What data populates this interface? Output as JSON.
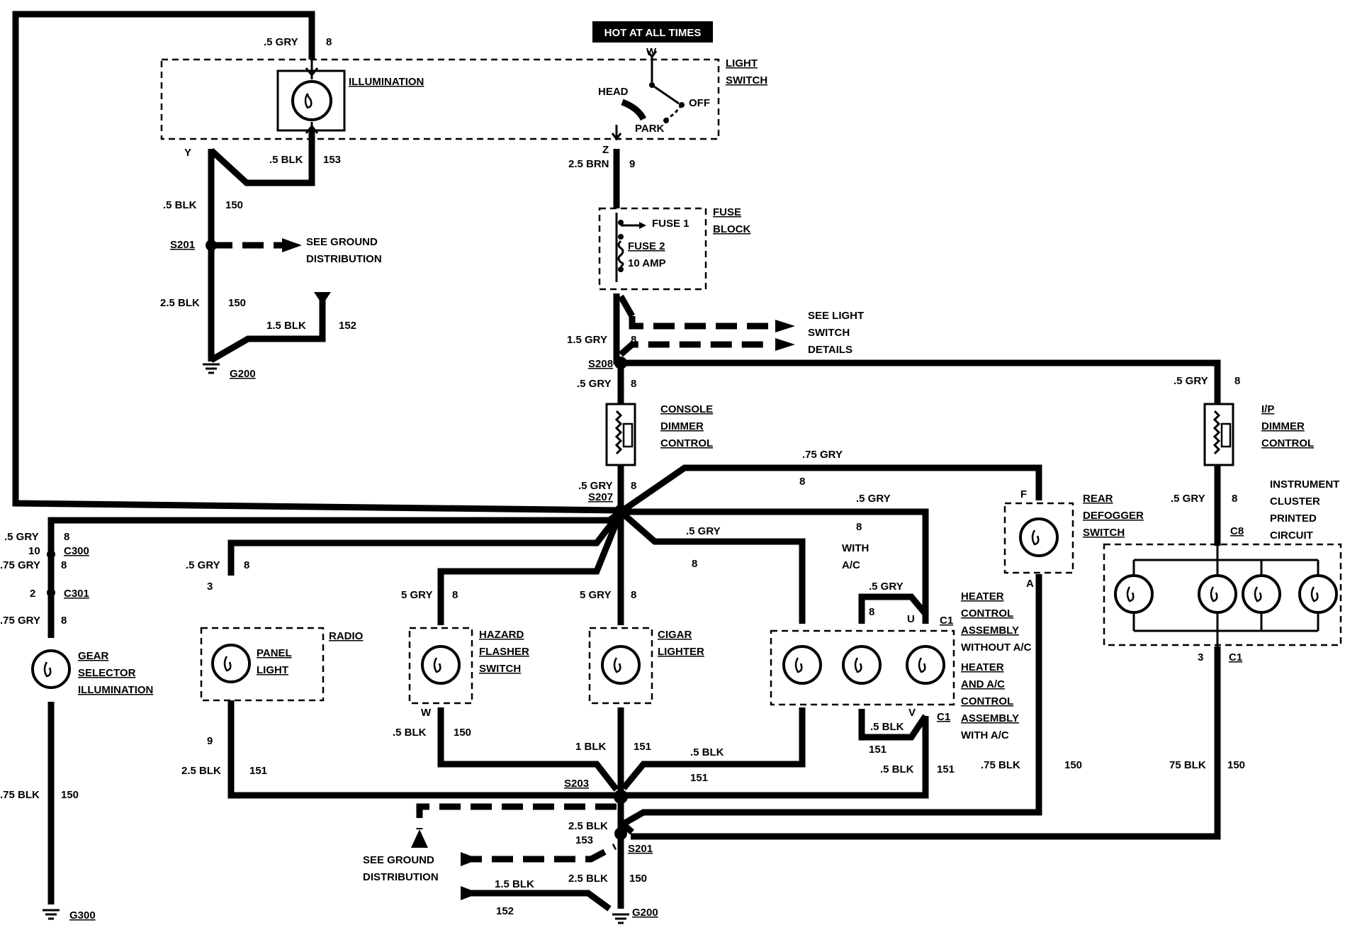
{
  "diagram": {
    "banner": "HOT AT ALL TIMES",
    "components": {
      "light_switch": [
        "LIGHT",
        "SWITCH"
      ],
      "illumination": "ILLUMINATION",
      "switch_positions": {
        "w": "W",
        "head": "HEAD",
        "off": "OFF",
        "park": "PARK"
      },
      "fuse_block": [
        "FUSE",
        "BLOCK"
      ],
      "fuse1": "FUSE 1",
      "fuse2": "FUSE 2",
      "fuse2_rating": "10 AMP",
      "console_dimmer": [
        "CONSOLE",
        "DIMMER",
        "CONTROL"
      ],
      "ip_dimmer": [
        "I/P",
        "DIMMER",
        "CONTROL"
      ],
      "instrument_cluster": [
        "INSTRUMENT",
        "CLUSTER",
        "PRINTED",
        "CIRCUIT"
      ],
      "rear_defogger": [
        "REAR",
        "DEFOGGER",
        "SWITCH"
      ],
      "radio": "RADIO",
      "panel_light": [
        "PANEL",
        "LIGHT"
      ],
      "hazard": [
        "HAZARD",
        "FLASHER",
        "SWITCH"
      ],
      "cigar": [
        "CIGAR",
        "LIGHTER"
      ],
      "heater_without": [
        "HEATER",
        "CONTROL",
        "ASSEMBLY",
        "WITHOUT A/C"
      ],
      "heater_with": [
        "HEATER",
        "AND A/C",
        "CONTROL",
        "ASSEMBLY",
        "WITH A/C"
      ],
      "with_ac": [
        "WITH",
        "A/C"
      ],
      "gear_selector": [
        "GEAR",
        "SELECTOR",
        "ILLUMINATION"
      ],
      "see_ground_1": [
        "SEE GROUND",
        "DISTRIBUTION"
      ],
      "see_ground_2": [
        "SEE GROUND",
        "DISTRIBUTION"
      ],
      "see_light_switch": [
        "SEE LIGHT",
        "SWITCH",
        "DETAILS"
      ]
    },
    "splices": {
      "s201_top": "S201",
      "s208": "S208",
      "s207": "S207",
      "s203": "S203",
      "s201_bottom": "S201"
    },
    "grounds": {
      "g200_top": "G200",
      "g300": "G300",
      "g200_bottom": "G200"
    },
    "connectors": {
      "c300": "C300",
      "c301": "C301",
      "c8": "C8",
      "c1_a": "C1",
      "c1_b": "C1",
      "c1_c": "C1"
    },
    "pins": {
      "y": "Y",
      "z": "Z",
      "f": "F",
      "a": "A",
      "u": "U",
      "v": "V",
      "w": "W",
      "p3_radio": "3",
      "p9_radio": "9",
      "p10": "10",
      "p2": "2",
      "p3_cluster": "3"
    },
    "wires": {
      "top_gry": ".5 GRY",
      "top_gry_n": "8",
      "illum_blk": ".5 BLK",
      "illum_blk_n": "153",
      "brn": "2.5 BRN",
      "brn_n": "9",
      "blk150_a": ".5 BLK",
      "blk150_a_n": "150",
      "blk150_b": "2.5 BLK",
      "blk150_b_n": "150",
      "blk152": "1.5 BLK",
      "blk152_n": "152",
      "gry15": "1.5 GRY",
      "gry15_n": "8",
      "gry_s208_down": ".5 GRY",
      "gry_s208_down_n": "8",
      "gry_ip": ".5 GRY",
      "gry_ip_n": "8",
      "gry_s207": ".5 GRY",
      "gry_s207_n": "8",
      "gry_075": ".75 GRY",
      "gry_075_n": "8",
      "gry_ac": ".5 GRY",
      "gry_ac_n": "8",
      "gry_heater": ".5 GRY",
      "gry_heater_n": "8",
      "gry_u": ".5 GRY",
      "gry_u_n": "8",
      "gry_cluster": ".5 GRY",
      "gry_cluster_n": "8",
      "gry_radio": ".5 GRY",
      "gry_radio_n": "8",
      "gry_hazard": "5 GRY",
      "gry_hazard_n": "8",
      "gry_cigar": "5 GRY",
      "gry_cigar_n": "8",
      "gry_gear_a": ".5 GRY",
      "gry_gear_a_n": "8",
      "gry_gear_b": ".75 GRY",
      "gry_gear_b_n": "8",
      "gry_gear_c": ".75 GRY",
      "gry_gear_c_n": "8",
      "blk_gear": ".75 BLK",
      "blk_gear_n": "150",
      "blk_radio": "2.5 BLK",
      "blk_radio_n": "151",
      "blk_hazard": ".5 BLK",
      "blk_hazard_n": "150",
      "blk_cigar": "1 BLK",
      "blk_cigar_n": "151",
      "blk_heater": ".5 BLK",
      "blk_heater_n": "151",
      "blk_loop": ".5 BLK",
      "blk_loop_n": "151",
      "blk_heater_v": ".5 BLK",
      "blk_heater_v_n": "151",
      "blk_defog": ".75 BLK",
      "blk_defog_n": "150",
      "blk_cluster": "75 BLK",
      "blk_cluster_n": "150",
      "blk_s201": "2.5 BLK",
      "blk_s201_n": "153",
      "blk_g200": "2.5 BLK",
      "blk_g200_n": "150",
      "blk_152b": "1.5 BLK",
      "blk_152b_n": "152"
    }
  }
}
